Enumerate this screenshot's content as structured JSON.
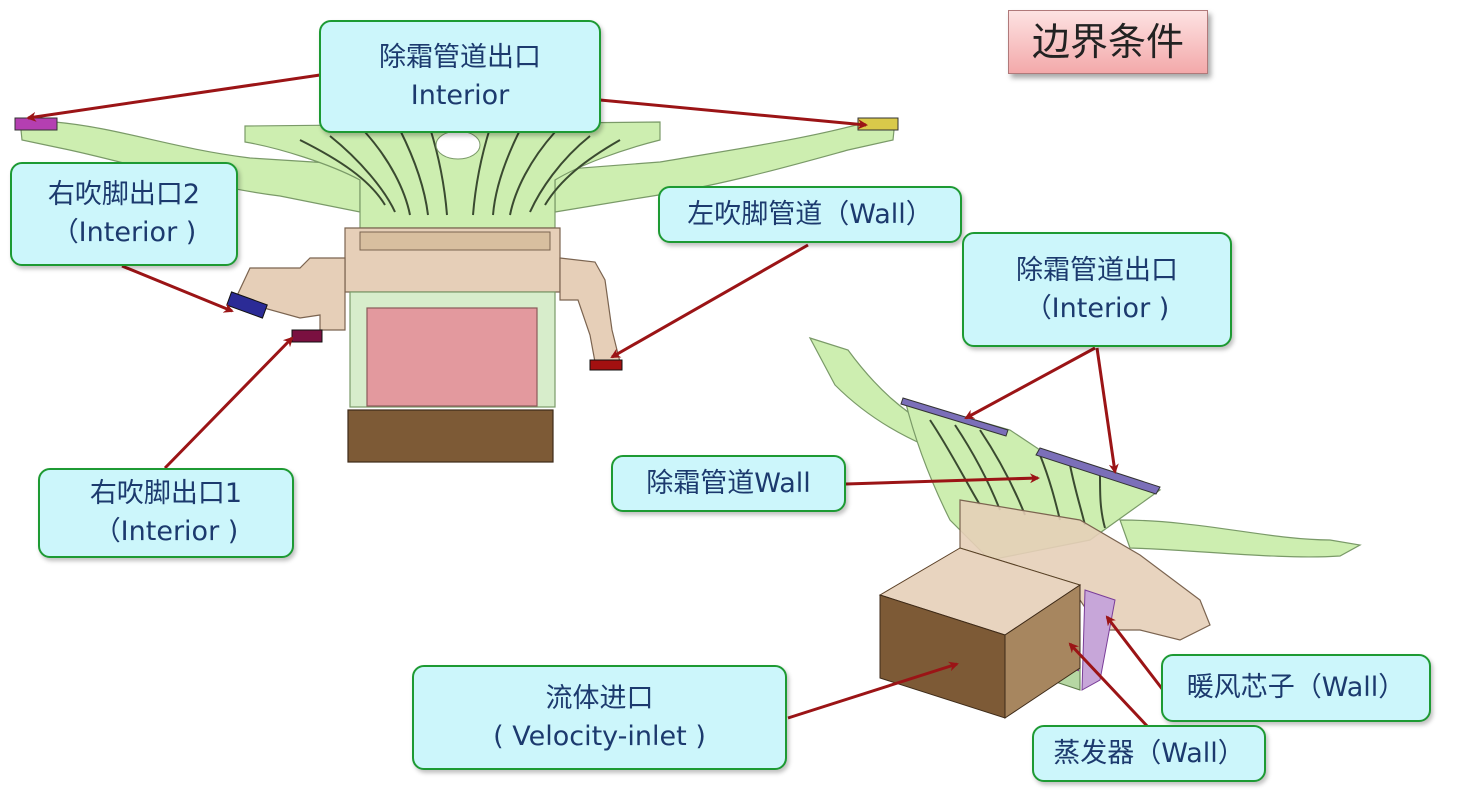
{
  "title": "边界条件",
  "labels": {
    "defrost_top": {
      "line1": "除霜管道出口",
      "line2": "Interior"
    },
    "right_foot2": {
      "line1": "右吹脚出口2",
      "line2": "（Interior )"
    },
    "left_foot_duct": {
      "line1": "左吹脚管道（Wall）"
    },
    "defrost_right": {
      "line1": "除霜管道出口",
      "line2": "（Interior )"
    },
    "right_foot1": {
      "line1": "右吹脚出口1",
      "line2": "（Interior )"
    },
    "defrost_wall": {
      "line1": "除霜管道Wall"
    },
    "fluid_inlet": {
      "line1": "流体进口",
      "line2": "( Velocity-inlet )"
    },
    "heater_core": {
      "line1": "暖风芯子（Wall）"
    },
    "evaporator": {
      "line1": "蒸发器（Wall）"
    }
  },
  "colors": {
    "box_fill": "#ccf6fb",
    "box_border": "#1d9a33",
    "arrow": "#9b1416",
    "duct_green": "#cdeeb0",
    "housing_tan": "#e6cfb8",
    "inlet_brown": "#7d5a36",
    "core_pink": "#e3999e"
  }
}
